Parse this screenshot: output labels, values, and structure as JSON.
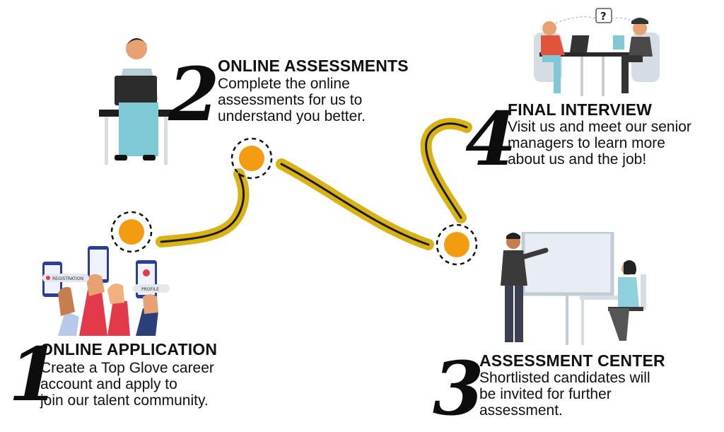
{
  "accent_color": "#f39c12",
  "path_color": "#c8a11a",
  "steps": [
    {
      "number": "1",
      "title": "ONLINE APPLICATION",
      "lines": [
        "Create a Top Glove career",
        "account and apply to",
        "join our talent community."
      ],
      "phone_labels": [
        "REGISTRATION",
        "PROFILE"
      ]
    },
    {
      "number": "2",
      "title": "ONLINE ASSESSMENTS",
      "lines": [
        "Complete the online",
        "assessments for us to",
        "understand you better."
      ]
    },
    {
      "number": "3",
      "title": "ASSESSMENT CENTER",
      "lines": [
        "Shortlisted candidates will",
        "be invited for further",
        "assessment."
      ]
    },
    {
      "number": "4",
      "title": "FINAL INTERVIEW",
      "lines": [
        "Visit us and meet our senior",
        "managers to learn more",
        "about us and the job!"
      ],
      "bubble": "?"
    }
  ]
}
